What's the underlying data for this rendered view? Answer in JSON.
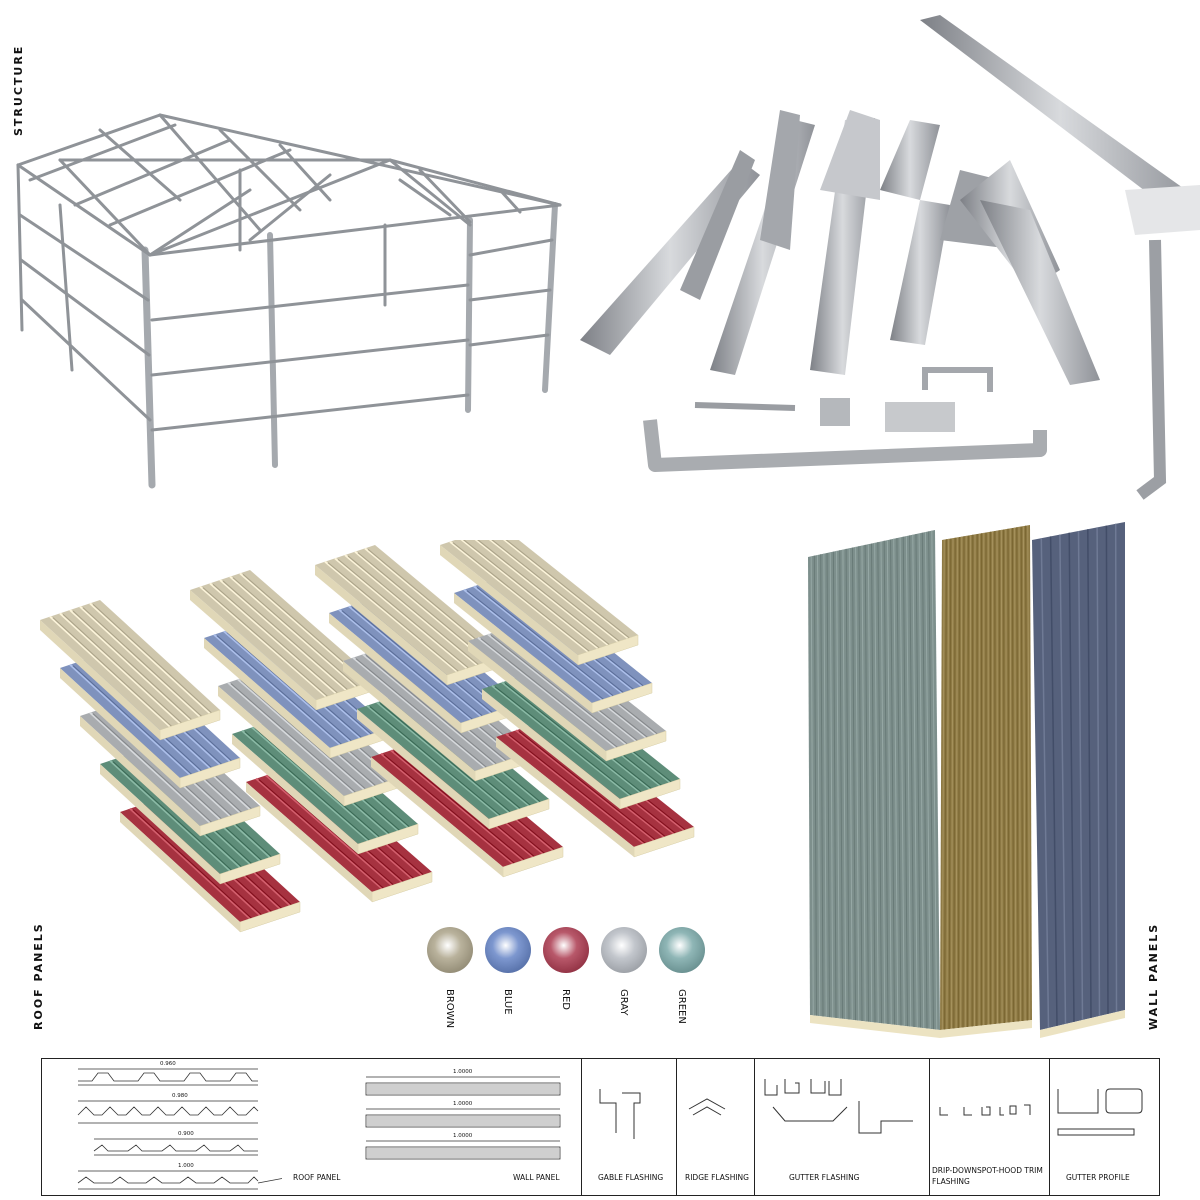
{
  "sections": {
    "structure": "STRUCTURE",
    "roof_panels": "ROOF PANELS",
    "wall_panels": "WALL PANELS"
  },
  "swatches": [
    {
      "label": "BROWN",
      "color": "#b9b29c"
    },
    {
      "label": "BLUE",
      "color": "#7d97cf"
    },
    {
      "label": "RED",
      "color": "#b8586a"
    },
    {
      "label": "GRAY",
      "color": "#c2c6cc"
    },
    {
      "label": "GREEN",
      "color": "#8fb6b6"
    }
  ],
  "panel_colors": {
    "beige": "#cfc7ad",
    "blue": "#7f92bd",
    "gray": "#a9acaf",
    "green": "#5e8d79",
    "red": "#a63240",
    "foam": "#efe6c6"
  },
  "wall_panel_colors": [
    "#7d8f8c",
    "#8e7a45",
    "#56617c"
  ],
  "footer": {
    "roof_dims": [
      "0.960",
      "0.980",
      "0.900",
      "1.000"
    ],
    "roof_caption": "ROOF PANEL",
    "wall_dims": [
      "1.0000",
      "1.0000",
      "1.0000"
    ],
    "wall_caption": "WALL PANEL",
    "captions": [
      "GABLE FLASHING",
      "RIDGE FLASHING",
      "GUTTER FLASHING",
      "DRIP-DOWNSPOT-HOOD TRIM FLASHING",
      "GUTTER PROFILE"
    ]
  }
}
